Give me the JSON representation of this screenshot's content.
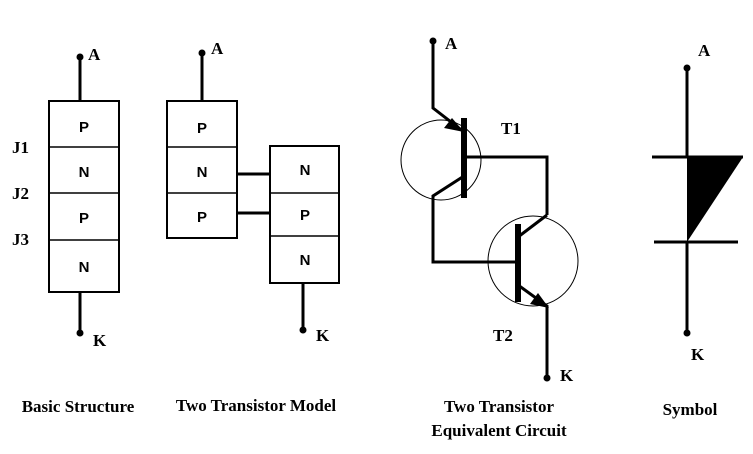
{
  "basic_structure": {
    "caption": "Basic Structure",
    "anode": "A",
    "cathode": "K",
    "layers": [
      "P",
      "N",
      "P",
      "N"
    ],
    "junctions": [
      "J1",
      "J2",
      "J3"
    ]
  },
  "two_transistor_model": {
    "caption": "Two Transistor Model",
    "anode": "A",
    "cathode": "K",
    "upper_layers": [
      "P",
      "N",
      "P"
    ],
    "lower_layers": [
      "N",
      "P",
      "N"
    ]
  },
  "equivalent_circuit": {
    "caption_line1": "Two Transistor",
    "caption_line2": "Equivalent Circuit",
    "anode": "A",
    "cathode": "K",
    "t1": "T1",
    "t2": "T2"
  },
  "symbol": {
    "caption": "Symbol",
    "anode": "A",
    "cathode": "K"
  }
}
